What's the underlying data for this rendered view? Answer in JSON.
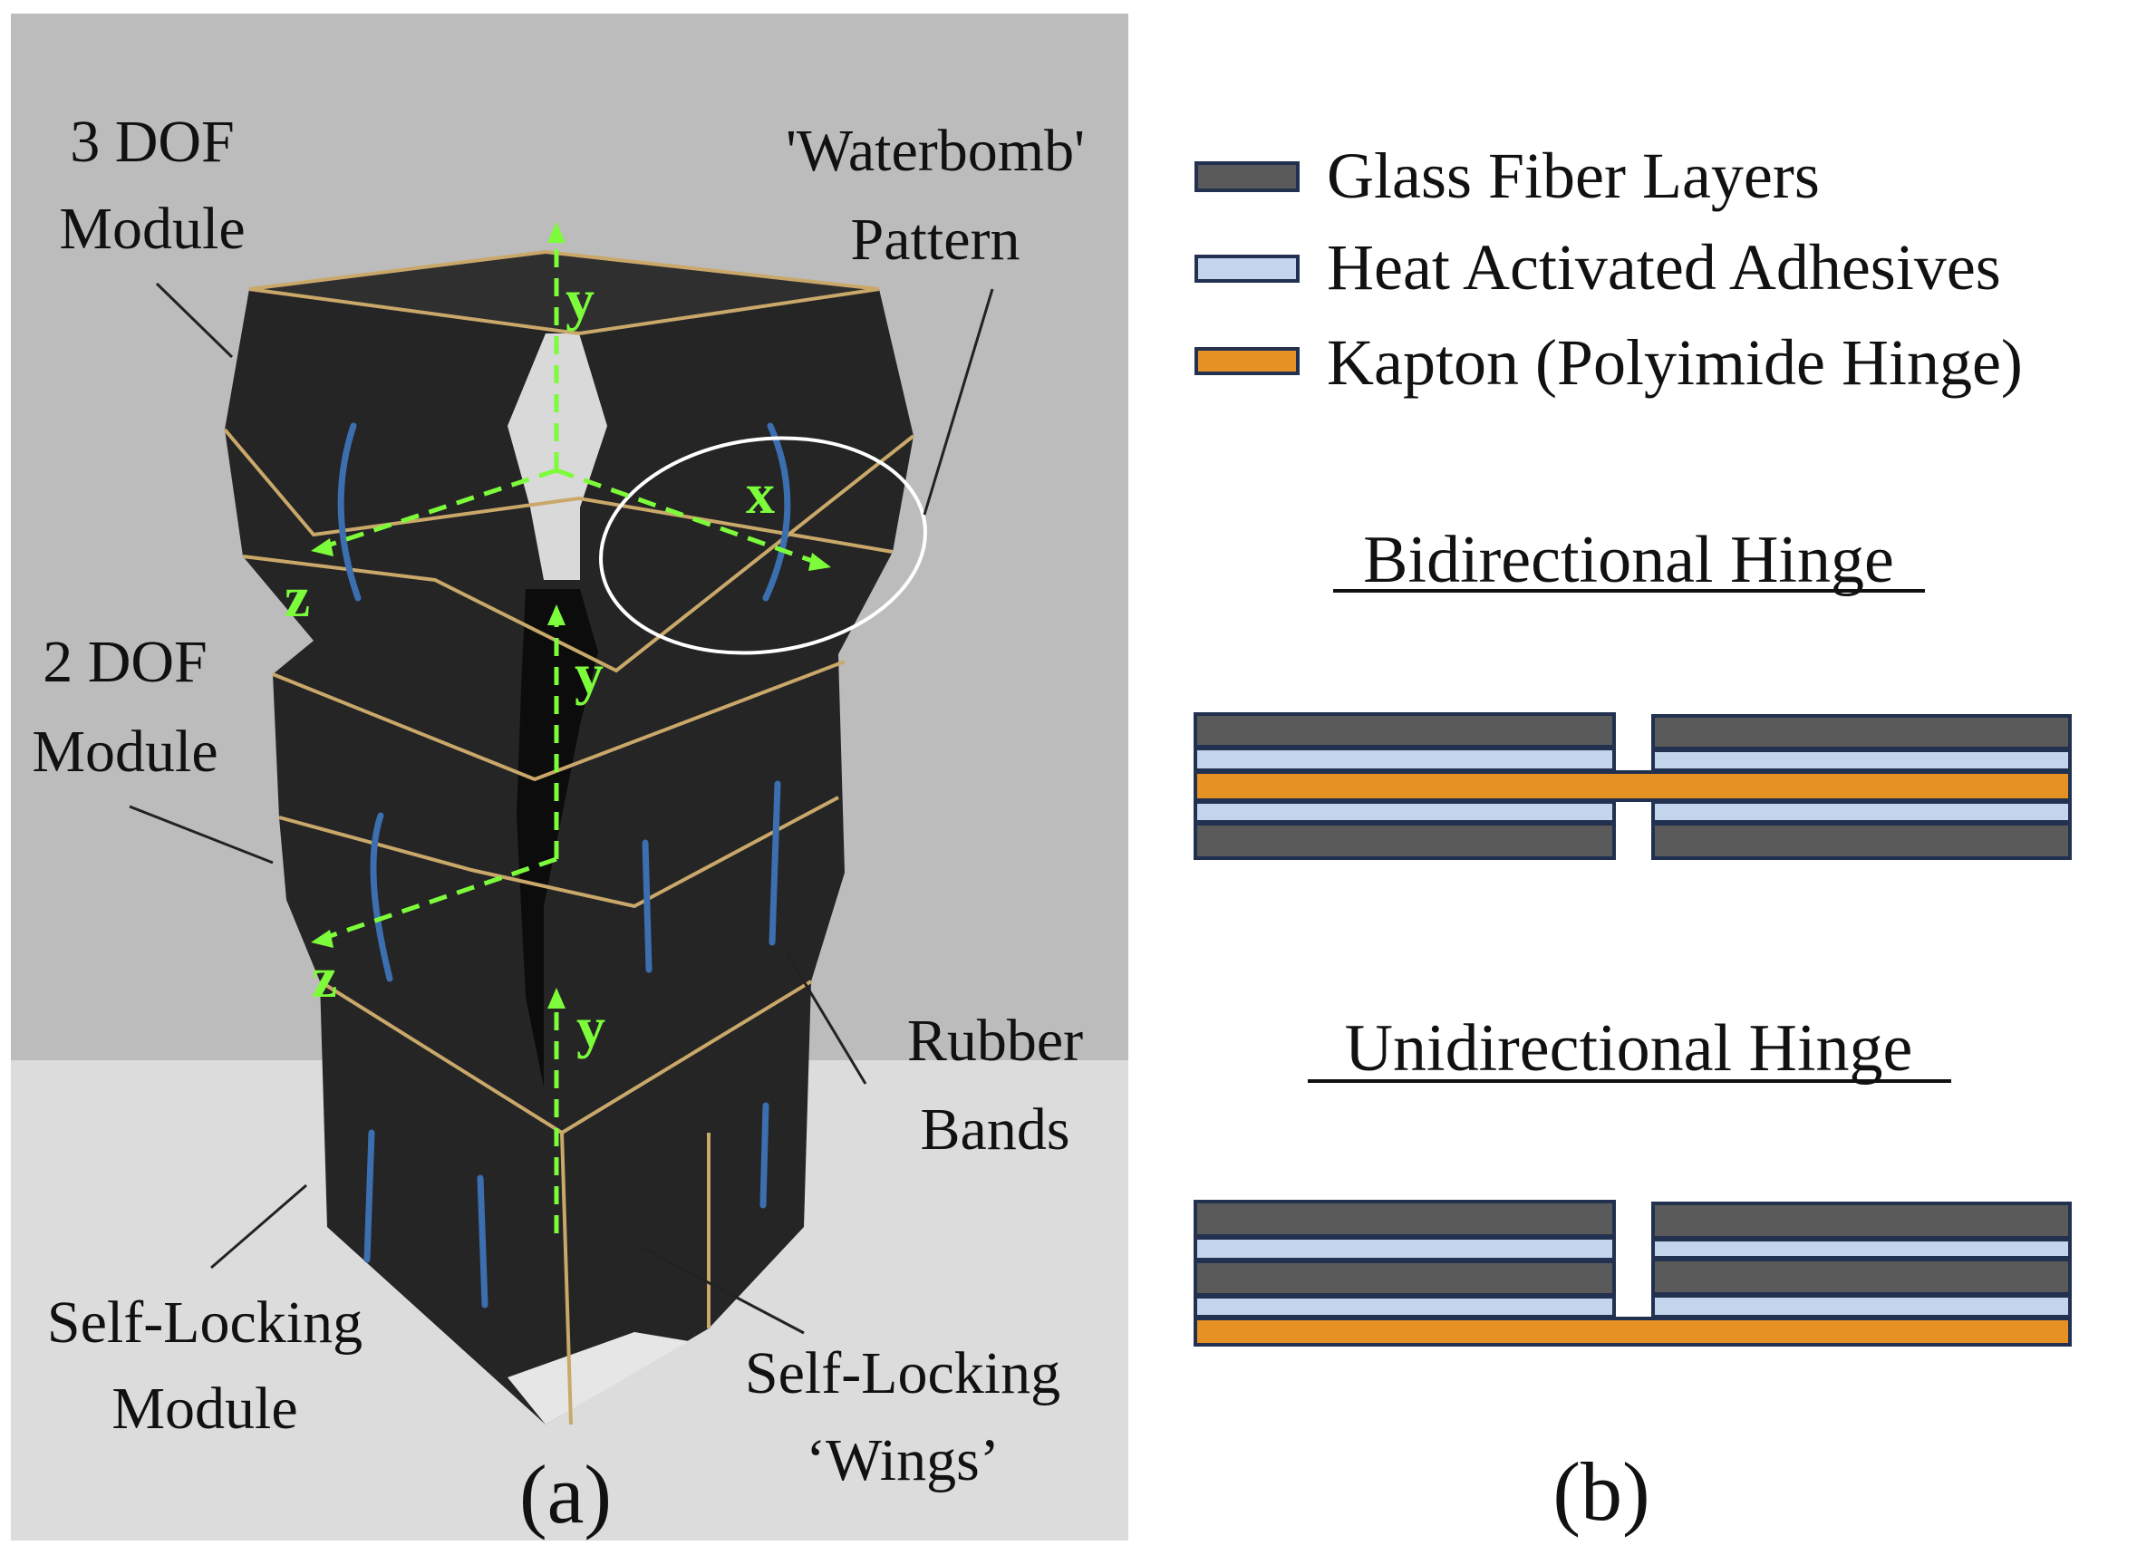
{
  "panel_a": {
    "caption": "(a)",
    "labels": {
      "three_dof": [
        "3 DOF",
        "Module"
      ],
      "waterbomb": [
        "'Waterbomb'",
        "Pattern"
      ],
      "two_dof": [
        "2 DOF",
        "Module"
      ],
      "rubber": [
        "Rubber",
        "Bands"
      ],
      "self_locking_module": [
        "Self-Locking",
        "Module"
      ],
      "self_locking_wings": [
        "Self-Locking",
        "‘Wings’"
      ]
    },
    "axes": {
      "y1": "y",
      "x1": "x",
      "z1": "z",
      "y2": "y",
      "z2": "z",
      "y3": "y"
    }
  },
  "panel_b": {
    "caption": "(b)",
    "legend": [
      {
        "label": "Glass Fiber Layers",
        "color": "#5a5a5a"
      },
      {
        "label": "Heat Activated Adhesives",
        "color": "#c2d5ec"
      },
      {
        "label": "Kapton (Polyimide Hinge)",
        "color": "#e69124"
      }
    ],
    "bidirectional_title": "Bidirectional Hinge",
    "unidirectional_title": "Unidirectional Hinge"
  },
  "colors": {
    "axis_green": "#7CFC3A",
    "module_dark": "#252525",
    "rubber_band": "#3b6fb0",
    "edge_outline": "#22314f"
  }
}
